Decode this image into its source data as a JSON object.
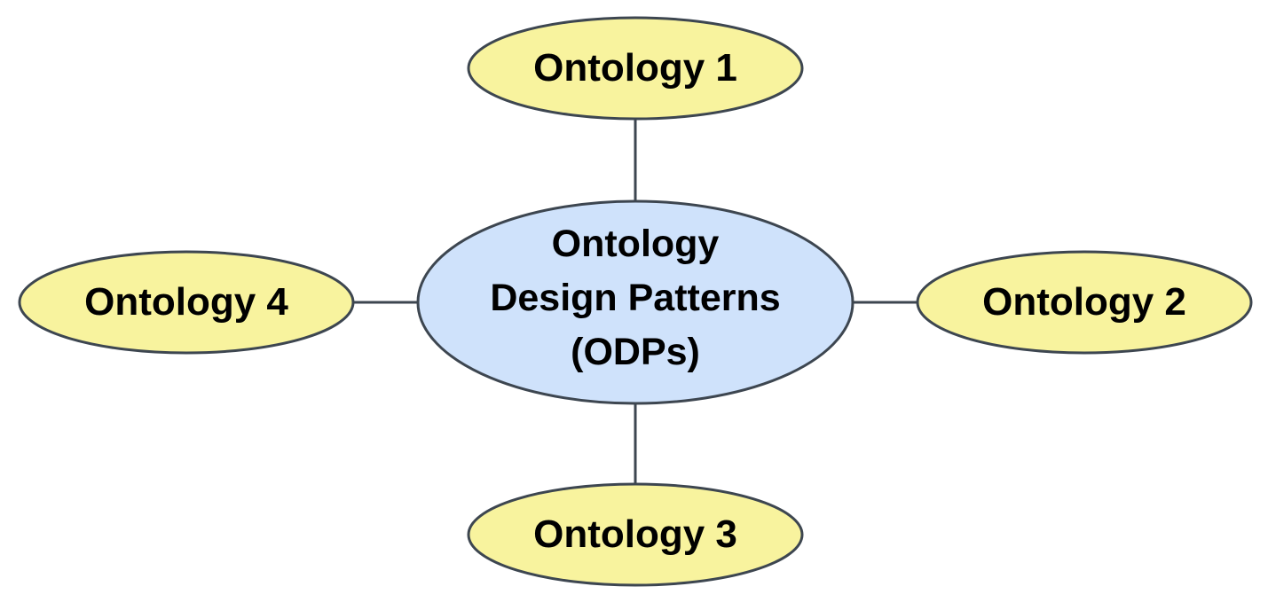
{
  "diagram": {
    "center": {
      "lines": [
        "Ontology",
        "Design Patterns",
        "(ODPs)"
      ]
    },
    "nodes": {
      "top": {
        "label": "Ontology 1"
      },
      "right": {
        "label": "Ontology 2"
      },
      "bottom": {
        "label": "Ontology 3"
      },
      "left": {
        "label": "Ontology 4"
      }
    },
    "colors": {
      "center_fill": "#cfe2fb",
      "node_fill": "#f8f39e",
      "stroke": "#3d4650",
      "connector": "#3d4650"
    }
  }
}
